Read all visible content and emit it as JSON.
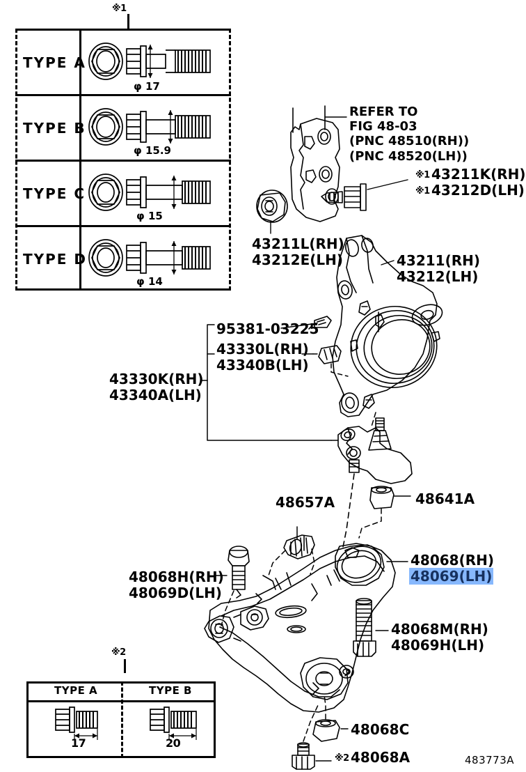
{
  "figure": {
    "id": "483773A",
    "title_note_top": "※1",
    "title_note_bottom": "※2"
  },
  "top_table": {
    "note": "※1",
    "rows": [
      {
        "type": "TYPE  A",
        "diameter": "φ 17"
      },
      {
        "type": "TYPE  B",
        "diameter": "φ 15.9"
      },
      {
        "type": "TYPE  C",
        "diameter": "φ 15"
      },
      {
        "type": "TYPE  D",
        "diameter": "φ 14"
      }
    ]
  },
  "bottom_table": {
    "note": "※2",
    "headers": [
      "TYPE A",
      "TYPE B"
    ],
    "values": [
      "17",
      "20"
    ]
  },
  "callouts": {
    "refer_to": "REFER TO\nFIG 48-03\n(PNC 48510(RH))\n(PNC 48520(LH))",
    "knuckle_bolt_rh": "43211K(RH)",
    "knuckle_bolt_lh": "43212D(LH)",
    "knuckle_bolt_mark_rh": "※1",
    "knuckle_bolt_mark_lh": "※1",
    "nut_rh": "43211L(RH)",
    "nut_lh": "43212E(LH)",
    "knuckle_rh": "43211(RH)",
    "knuckle_lh": "43212(LH)",
    "dust_cover_bolt": "95381-03225",
    "dust_cover_sub_rh": "43330L(RH)",
    "dust_cover_sub_lh": "43340B(LH)",
    "ball_joint_rh": "43330K(RH)",
    "ball_joint_lh": "43340A(LH)",
    "clamp": "48657A",
    "bushing": "48641A",
    "arm_rh": "48068(RH)",
    "arm_lh": "48069(LH)",
    "arm_lh_highlighted": true,
    "bolt_front_rh": "48068H(RH)",
    "bolt_front_lh": "48069D(LH)",
    "bolt_rear_rh": "48068M(RH)",
    "bolt_rear_lh": "48069H(LH)",
    "nut_lower": "48068C",
    "bolt_lower": "48068A",
    "bolt_lower_mark": "※2"
  },
  "colors": {
    "highlight_bg": "#87b8fd",
    "highlight_text": "#16305e",
    "ink": "#000000",
    "paper": "#ffffff"
  }
}
